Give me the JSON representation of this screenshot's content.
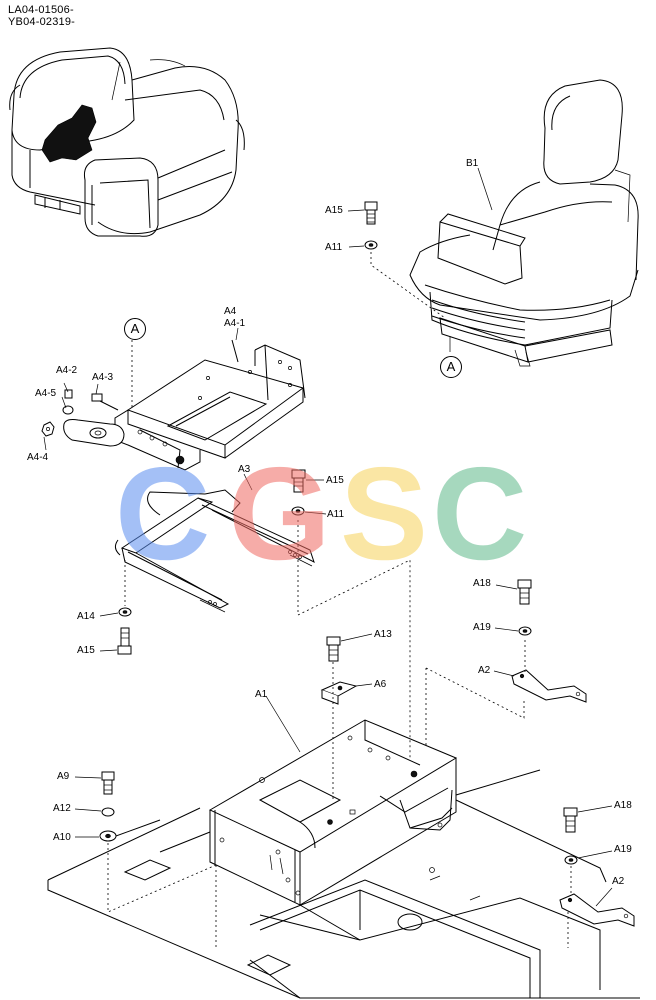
{
  "header": {
    "code_line_1": "LA04-01506-",
    "code_line_2": "YB04-02319-"
  },
  "labels": {
    "b1": "B1",
    "a15_top": "A15",
    "a11_top": "A11",
    "a4": "A4",
    "a4_1": "A4-1",
    "a4_2": "A4-2",
    "a4_3": "A4-3",
    "a4_5": "A4-5",
    "a4_4": "A4-4",
    "a3": "A3",
    "a15_mid": "A15",
    "a11_mid": "A11",
    "a14": "A14",
    "a15_left": "A15",
    "a13": "A13",
    "a6": "A6",
    "a18_upper": "A18",
    "a19_upper": "A19",
    "a2_upper": "A2",
    "a1": "A1",
    "a9": "A9",
    "a12": "A12",
    "a10": "A10",
    "a18_lower": "A18",
    "a19_lower": "A19",
    "a2_lower": "A2"
  },
  "callouts": {
    "circle_a_left": "A",
    "circle_a_right": "A"
  },
  "watermark": {
    "letters": [
      "C",
      "G",
      "S",
      "C"
    ],
    "colors": [
      "#5a8ef0",
      "#ef6a62",
      "#f7d35a",
      "#5fb98a"
    ]
  }
}
